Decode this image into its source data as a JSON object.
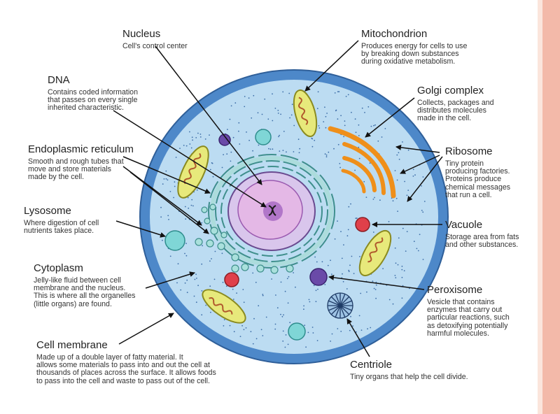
{
  "labels": {
    "nucleus": {
      "title": "Nucleus",
      "desc": "Cell's control center"
    },
    "dna": {
      "title": "DNA",
      "desc": "Contains coded information\nthat passes on every single\ninherited characteristic."
    },
    "er": {
      "title": "Endoplasmic reticulum",
      "desc": "Smooth and rough tubes that\nmove and store materials\nmade by the cell."
    },
    "lysosome": {
      "title": "Lysosome",
      "desc": "Where digestion of cell\nnutrients takes place."
    },
    "cytoplasm": {
      "title": "Cytoplasm",
      "desc": "Jelly-like fluid between cell\nmembrane and the nucleus.\nThis is where all the organelles\n(little organs) are found."
    },
    "membrane": {
      "title": "Cell membrane",
      "desc": "Made up of a double layer of fatty material. It\nallows some materials to pass into and out the cell at\nthousands of places across the surface. It allows foods\nto pass into the cell and waste to pass out of the cell."
    },
    "mitochondrion": {
      "title": "Mitochondrion",
      "desc": "Produces energy for cells to use\nby breaking down substances\nduring oxidative metabolism."
    },
    "golgi": {
      "title": "Golgi complex",
      "desc": "Collects, packages and\ndistributes molecules\nmade in the cell."
    },
    "ribosome": {
      "title": "Ribosome",
      "desc": "Tiny protein\nproducing factories.\nProteins produce\nchemical messages\nthat run a cell."
    },
    "vacuole": {
      "title": "Vacuole",
      "desc": "Storage area from fats\nand other substances."
    },
    "peroxisome": {
      "title": "Peroxisome",
      "desc": "Vesicle that contains\nenzymes that carry out\nparticular reactions, such\nas detoxifying potentially\nharmful molecules."
    },
    "centriole": {
      "title": "Centriole",
      "desc": "Tiny organs that help the cell divide."
    }
  },
  "colors": {
    "membrane": "#4d88c9",
    "cytoplasm": "#bcdcf2",
    "nucleus": "#e0bfe6",
    "nucleolus": "#c58fd3",
    "mitochondria": "#e6e87a",
    "golgi": "#f39a26",
    "lysosome": "#7fd6d6",
    "vacuole": "#e0404a",
    "peroxisome": "#6a4aa8"
  }
}
